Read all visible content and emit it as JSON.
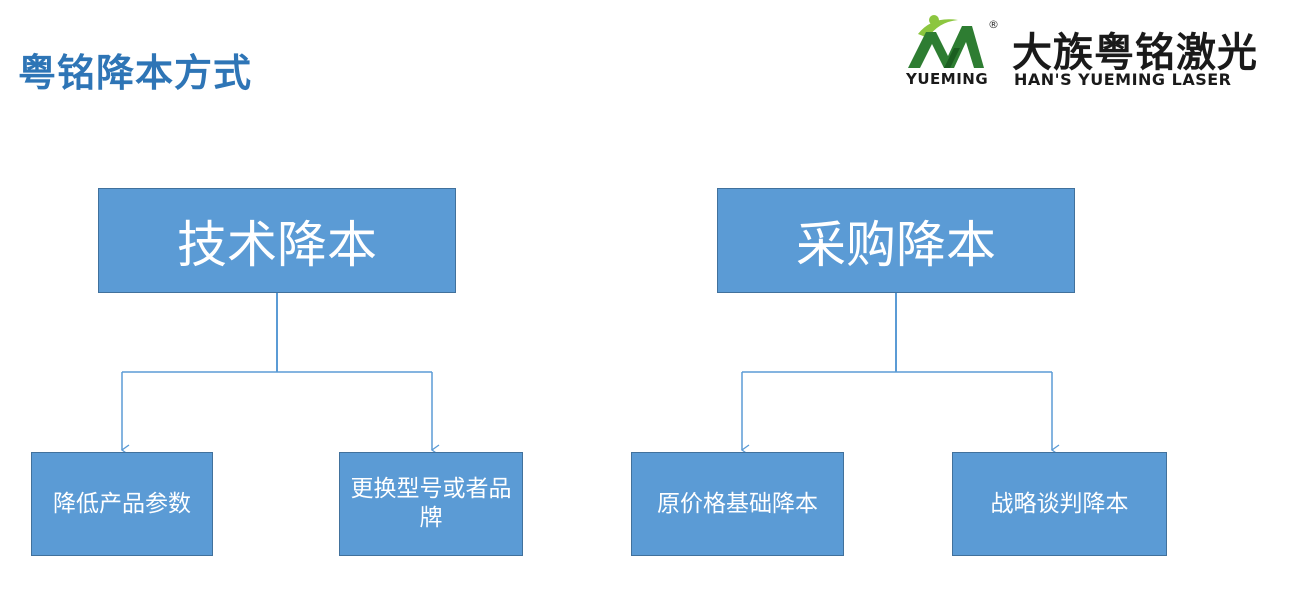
{
  "title": "粤铭降本方式",
  "logo": {
    "subtext": "YUEMING",
    "chinese_name": "大族粤铭激光",
    "english_name": "HAN'S YUEMING LASER",
    "registered_mark": "®"
  },
  "colors": {
    "title": "#2e75b6",
    "box_fill": "#5b9bd5",
    "box_border": "#41719c",
    "connector": "#5b9bd5",
    "logo_green": "#8cc63f"
  },
  "diagram": {
    "branches": [
      {
        "label": "技术降本",
        "children": [
          "降低产品参数",
          "更换型号或者品牌"
        ]
      },
      {
        "label": "采购降本",
        "children": [
          "原价格基础降本",
          "战略谈判降本"
        ]
      }
    ]
  }
}
